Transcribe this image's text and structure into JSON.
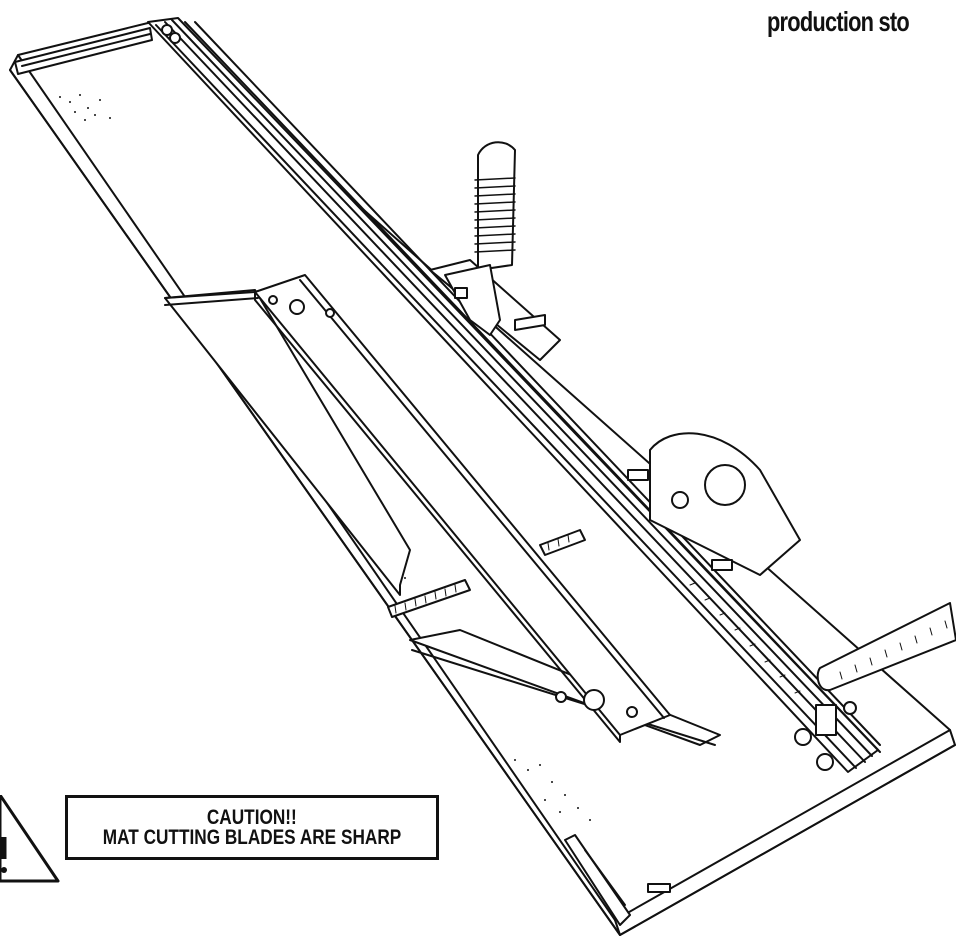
{
  "heading": "production sto",
  "illustration": {
    "subject": "mat cutter",
    "icon": "mat-cutter-line-drawing"
  },
  "caution": {
    "line1": "CAUTION!!",
    "line2": "MAT CUTTING BLADES ARE SHARP",
    "icon": "warning-triangle-icon"
  },
  "colors": {
    "ink": "#111111",
    "paper": "#ffffff"
  }
}
